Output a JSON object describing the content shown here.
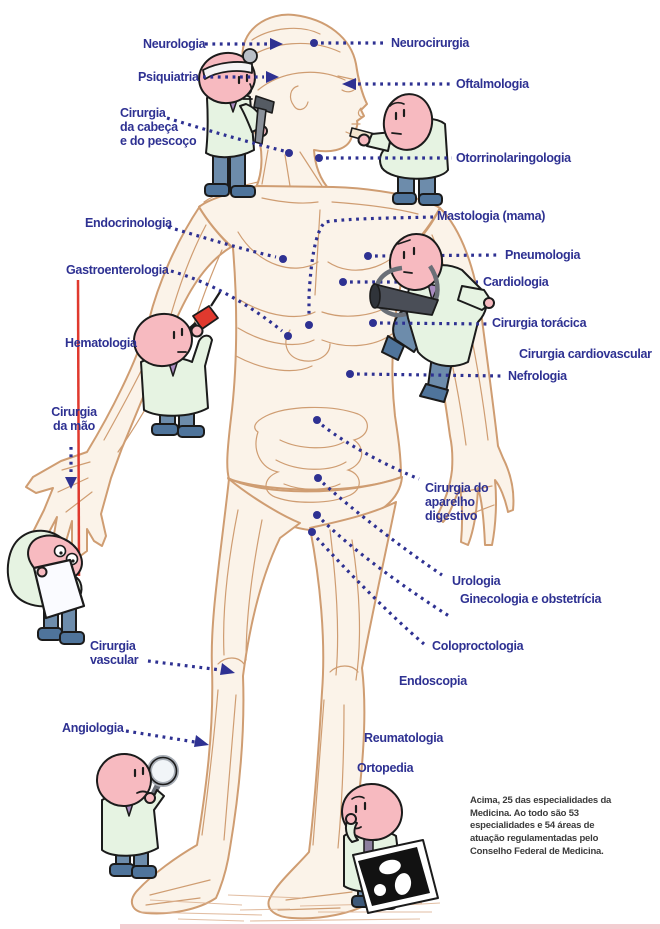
{
  "colors": {
    "label_blue": "#2e3192",
    "body_line_tan": "#cf9d72",
    "red_vein_line": "#e0392e",
    "doctor_skin": "#f7bac0",
    "doctor_coat": "#e6f3e2",
    "doctor_pants": "#6d8cab",
    "doctor_boots": "#4f749b",
    "background": "#ffffff"
  },
  "labels": [
    {
      "id": "neurologia",
      "text": "Neurologia"
    },
    {
      "id": "neurocirurgia",
      "text": "Neurocirurgia"
    },
    {
      "id": "psiquiatria",
      "text": "Psiquiatria"
    },
    {
      "id": "oftalmologia",
      "text": "Oftalmologia"
    },
    {
      "id": "cirurgia-cabeca-pescoco",
      "text": "Cirurgia\nda cabeça\ne do pescoço"
    },
    {
      "id": "otorrinolaringologia",
      "text": "Otorrinolaringologia"
    },
    {
      "id": "endocrinologia",
      "text": "Endocrinologia"
    },
    {
      "id": "mastologia",
      "text": "Mastologia (mama)"
    },
    {
      "id": "gastroenterologia",
      "text": "Gastroenterologia"
    },
    {
      "id": "pneumologia",
      "text": "Pneumologia"
    },
    {
      "id": "cardiologia",
      "text": "Cardiologia"
    },
    {
      "id": "hematologia",
      "text": "Hematologia"
    },
    {
      "id": "cirurgia-toracica",
      "text": "Cirurgia torácica"
    },
    {
      "id": "cirurgia-cardiovascular",
      "text": "Cirurgia cardiovascular"
    },
    {
      "id": "nefrologia",
      "text": "Nefrologia"
    },
    {
      "id": "cirurgia-da-mao",
      "text": "Cirurgia\nda mão"
    },
    {
      "id": "cirurgia-aparelho-digestivo",
      "text": "Cirurgia do\naparelho\ndigestivo"
    },
    {
      "id": "urologia",
      "text": "Urologia"
    },
    {
      "id": "ginecologia-obstetricia",
      "text": "Ginecologia e obstetrícia"
    },
    {
      "id": "coloproctologia",
      "text": "Coloproctologia"
    },
    {
      "id": "endoscopia",
      "text": "Endoscopia"
    },
    {
      "id": "cirurgia-vascular",
      "text": "Cirurgia\nvascular"
    },
    {
      "id": "angiologia",
      "text": "Angiologia"
    },
    {
      "id": "reumatologia",
      "text": "Reumatologia"
    },
    {
      "id": "ortopedia",
      "text": "Ortopedia"
    }
  ],
  "caption": {
    "text": "Acima, 25 das especialidades da Medicina. Ao todo são 53 especialidades e 54 áreas de atuação regulamentadas pelo Conselho Federal de Medicina."
  },
  "doctors": [
    {
      "id": "doctor-head-neck",
      "tool": "head-mirror-otoscope"
    },
    {
      "id": "doctor-tongue-depressor",
      "tool": "tongue-depressor"
    },
    {
      "id": "doctor-syringe",
      "tool": "syringe"
    },
    {
      "id": "doctor-stethoscope",
      "tool": "stethoscope"
    },
    {
      "id": "doctor-clipboard",
      "tool": "paper-chart"
    },
    {
      "id": "doctor-magnifier",
      "tool": "magnifying-glass"
    },
    {
      "id": "doctor-xray",
      "tool": "x-ray-film"
    }
  ]
}
